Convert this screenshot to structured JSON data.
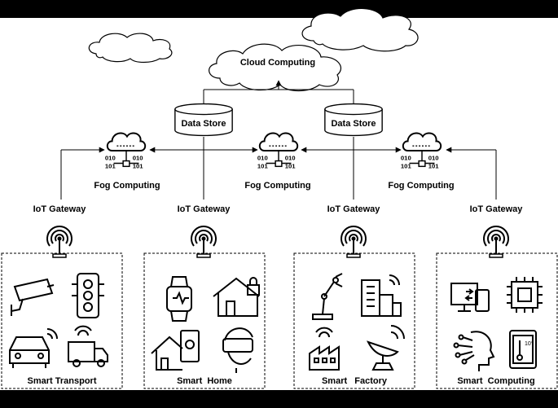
{
  "cloud": {
    "label": "Cloud Computing"
  },
  "data_stores": [
    {
      "label": "Data Store"
    },
    {
      "label": "Data Store"
    }
  ],
  "fog_nodes": [
    {
      "label": "Fog Computing"
    },
    {
      "label": "Fog Computing"
    },
    {
      "label": "Fog Computing"
    }
  ],
  "gateways": [
    {
      "label": "IoT Gateway"
    },
    {
      "label": "IoT Gateway"
    },
    {
      "label": "IoT Gateway"
    },
    {
      "label": "IoT Gateway"
    }
  ],
  "groups": [
    {
      "label": "Smart Transport",
      "icons": [
        "cctv-camera-icon",
        "traffic-light-icon",
        "connected-car-icon",
        "delivery-truck-icon"
      ]
    },
    {
      "label": "Smart  Home",
      "icons": [
        "smartwatch-icon",
        "smart-lock-house-icon",
        "smart-home-settings-icon",
        "vr-headset-icon"
      ]
    },
    {
      "label": "Smart   Factory",
      "icons": [
        "robot-arm-icon",
        "smart-building-icon",
        "wireless-factory-icon",
        "satellite-dish-icon"
      ]
    },
    {
      "label": "Smart  Computing",
      "icons": [
        "computer-transfer-icon",
        "processor-chip-icon",
        "ai-head-icon",
        "smart-thermostat-icon"
      ]
    }
  ]
}
